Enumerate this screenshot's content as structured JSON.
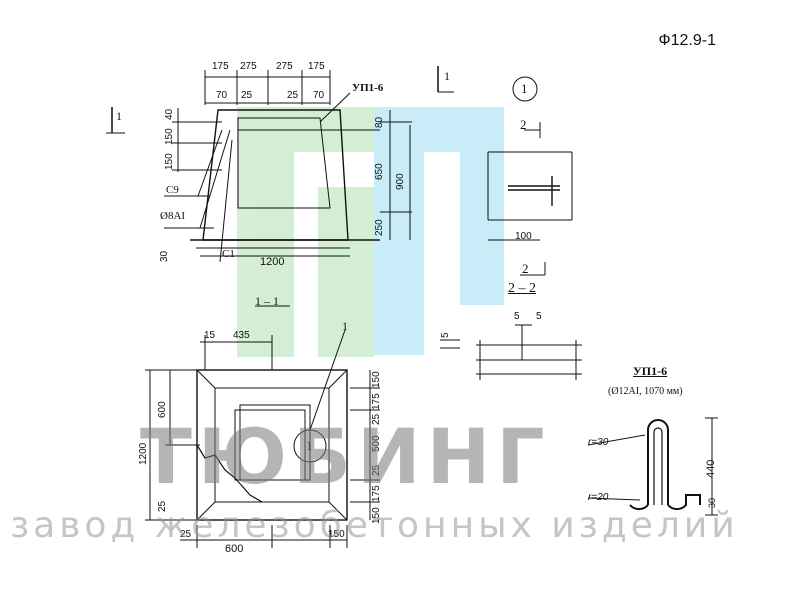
{
  "title": "Ф12.9-1",
  "watermark": {
    "brand": "ТЮБИНГ",
    "subtitle": "завод железобетонных изделий"
  },
  "colors": {
    "ink": "#111111",
    "watermark_green": "#cdeccd",
    "watermark_blue": "#bfe9f7",
    "watermark_text": "#8a8a8a"
  },
  "elevation": {
    "top_dims": [
      "175",
      "275",
      "275",
      "175"
    ],
    "second_dims": [
      "70",
      "25",
      "25",
      "70"
    ],
    "right_dims": [
      "80",
      "650",
      "250"
    ],
    "overall_height": "900",
    "left_dims": [
      "40",
      "150",
      "150"
    ],
    "bottom_left": "30",
    "width": "1200",
    "labels": {
      "bar_c9": "С9",
      "bar_d8": "Ø8AI",
      "bar_c1": "С1",
      "loop": "УП1-6"
    },
    "section_mark": "1"
  },
  "detail_top": {
    "circle_mark": "1",
    "section_mark": "2",
    "dim": "100",
    "section_title": "2 – 2"
  },
  "plan": {
    "section_title": "1 – 1",
    "top_dims": [
      "15",
      "435"
    ],
    "left_dims": [
      "600",
      "1200",
      "25"
    ],
    "right_dims": [
      "150",
      "175",
      "25",
      "500",
      "25",
      "175",
      "150"
    ],
    "bottom_dims": [
      "25",
      "600",
      "150"
    ],
    "circle_mark": "1",
    "leader_mark": "1"
  },
  "section_22": {
    "dims": [
      "5",
      "5",
      "5"
    ]
  },
  "loop": {
    "title": "УП1-6",
    "spec": "(Ø12AI, 1070 мм)",
    "r1": "r=30",
    "r2": "r=20",
    "height": "440",
    "foot": "30"
  }
}
